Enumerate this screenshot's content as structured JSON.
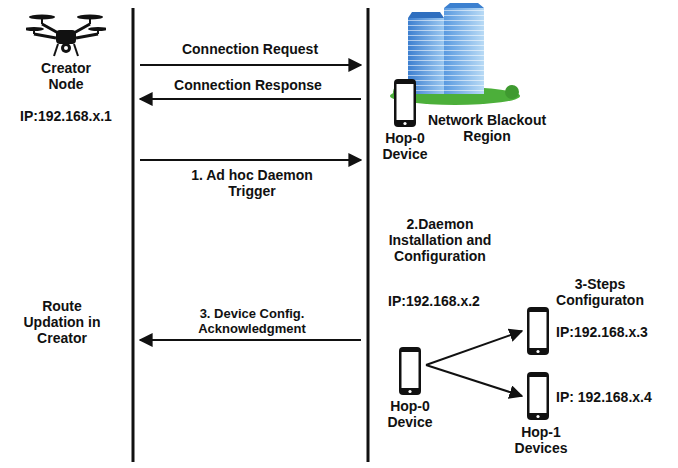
{
  "diagram": {
    "nodes": [
      {
        "text": [
          "Creator Node",
          "IP:192.168.x.1"
        ]
      },
      {
        "text": [
          "Hop-0 Device"
        ]
      },
      {
        "text": [
          "Hop-0 Device"
        ]
      },
      {
        "text": [
          "IP:192.168.x.3"
        ]
      },
      {
        "text": [
          "IP: 192.168.x.4"
        ]
      }
    ],
    "edges": [
      {
        "from": 2,
        "to": 3,
        "arrow": "to"
      },
      {
        "from": 2,
        "to": 4,
        "arrow": "to"
      }
    ],
    "labels": [
      "Connection Request",
      "Connection Response",
      "1. Ad hoc Daemon Trigger",
      "Network Blackout Region",
      "2.Daemon Installation and Configuration",
      "IP:192.168.x.2",
      "3. Device Config. Acknowledgment",
      "Route Updation in Creator",
      "3-Steps Configuraton",
      "Hop-1 Devices"
    ]
  }
}
